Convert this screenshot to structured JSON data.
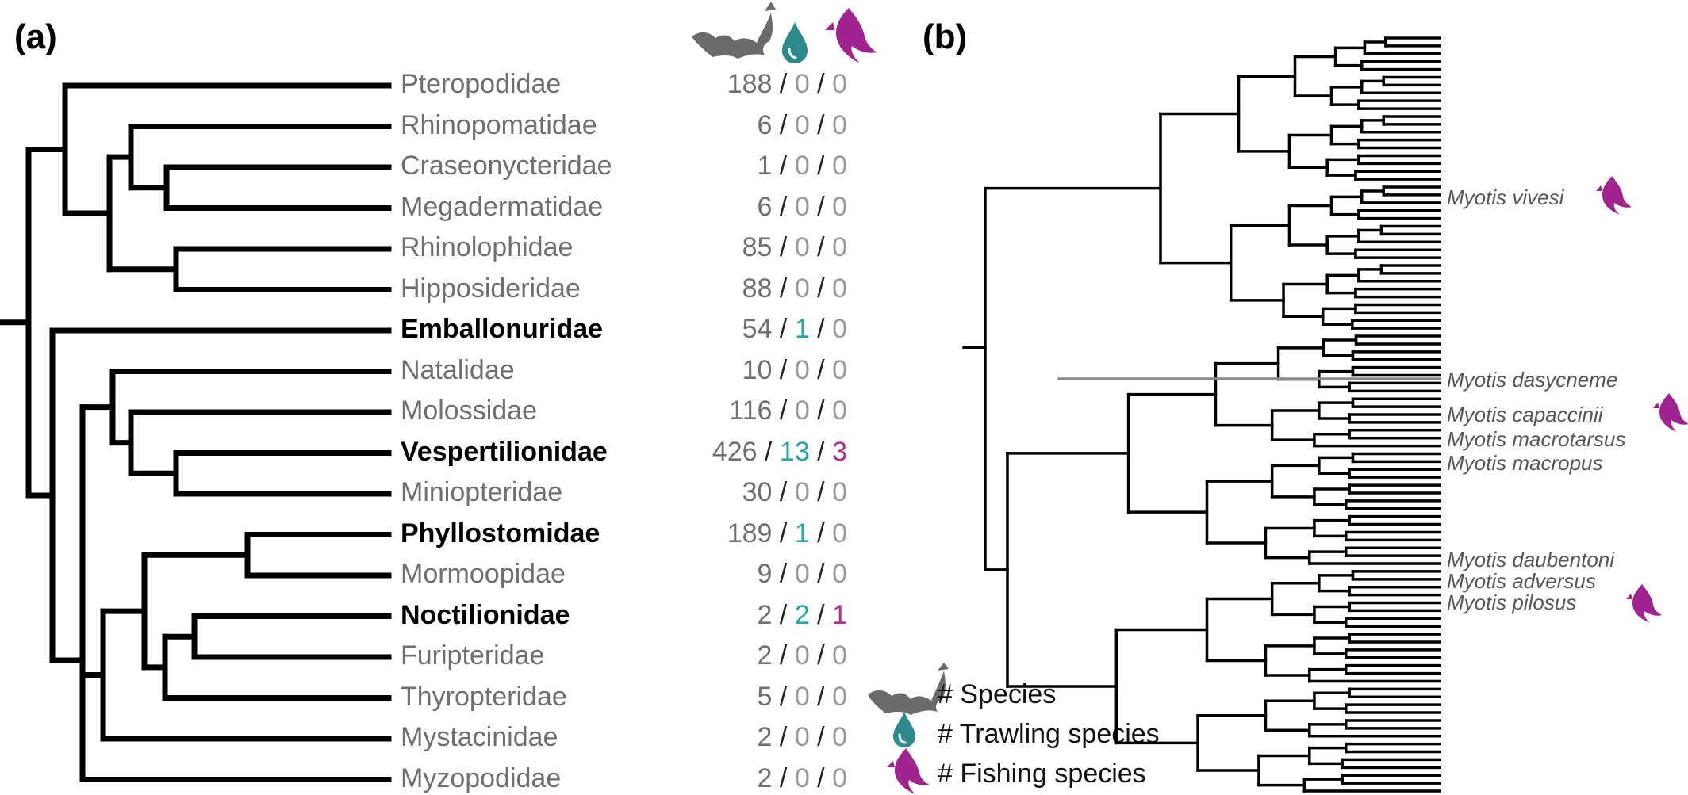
{
  "colors": {
    "tree": "#000000",
    "species_count": "#6f6f6f",
    "trawling": "#26a7a4",
    "fishing": "#b6298f",
    "bat_icon": "#6b6b6b",
    "drop_icon": "#2c8a8a",
    "fish_icon": "#a1238f"
  },
  "panel_a": {
    "label": "(a)",
    "header_icons": [
      "bat-icon",
      "water-drop-icon",
      "fish-icon"
    ],
    "families": [
      {
        "name": "Pteropodidae",
        "bold": false,
        "species": "188",
        "trawling": "0",
        "fishing": "0"
      },
      {
        "name": "Rhinopomatidae",
        "bold": false,
        "species": "6",
        "trawling": "0",
        "fishing": "0"
      },
      {
        "name": "Craseonycteridae",
        "bold": false,
        "species": "1",
        "trawling": "0",
        "fishing": "0"
      },
      {
        "name": "Megadermatidae",
        "bold": false,
        "species": "6",
        "trawling": "0",
        "fishing": "0"
      },
      {
        "name": "Rhinolophidae",
        "bold": false,
        "species": "85",
        "trawling": "0",
        "fishing": "0"
      },
      {
        "name": "Hipposideridae",
        "bold": false,
        "species": "88",
        "trawling": "0",
        "fishing": "0"
      },
      {
        "name": "Emballonuridae",
        "bold": true,
        "species": "54",
        "trawling": "1",
        "fishing": "0"
      },
      {
        "name": "Natalidae",
        "bold": false,
        "species": "10",
        "trawling": "0",
        "fishing": "0"
      },
      {
        "name": "Molossidae",
        "bold": false,
        "species": "116",
        "trawling": "0",
        "fishing": "0"
      },
      {
        "name": "Vespertilionidae",
        "bold": true,
        "species": "426",
        "trawling": "13",
        "fishing": "3"
      },
      {
        "name": "Miniopteridae",
        "bold": false,
        "species": "30",
        "trawling": "0",
        "fishing": "0"
      },
      {
        "name": "Phyllostomidae",
        "bold": true,
        "species": "189",
        "trawling": "1",
        "fishing": "0"
      },
      {
        "name": "Mormoopidae",
        "bold": false,
        "species": "9",
        "trawling": "0",
        "fishing": "0"
      },
      {
        "name": "Noctilionidae",
        "bold": true,
        "species": "2",
        "trawling": "2",
        "fishing": "1"
      },
      {
        "name": "Furipteridae",
        "bold": false,
        "species": "2",
        "trawling": "0",
        "fishing": "0"
      },
      {
        "name": "Thyropteridae",
        "bold": false,
        "species": "5",
        "trawling": "0",
        "fishing": "0"
      },
      {
        "name": "Mystacinidae",
        "bold": false,
        "species": "2",
        "trawling": "0",
        "fishing": "0"
      },
      {
        "name": "Myzopodidae",
        "bold": false,
        "species": "2",
        "trawling": "0",
        "fishing": "0"
      }
    ],
    "count_separator": "/",
    "legend": [
      {
        "icon": "bat-icon",
        "text": "# Species"
      },
      {
        "icon": "water-drop-icon",
        "text": "# Trawling species"
      },
      {
        "icon": "fish-icon",
        "text": "# Fishing species"
      }
    ]
  },
  "panel_b": {
    "label": "(b)",
    "species_labels": [
      {
        "name": "Myotis vivesi",
        "fishing": true
      },
      {
        "name": "Myotis dasycneme",
        "fishing": false
      },
      {
        "name": "Myotis capaccinii",
        "fishing": true
      },
      {
        "name": "Myotis macrotarsus",
        "fishing": false
      },
      {
        "name": "Myotis macropus",
        "fishing": false
      },
      {
        "name": "Myotis daubentoni",
        "fishing": false
      },
      {
        "name": "Myotis adversus",
        "fishing": false
      },
      {
        "name": "Myotis pilosus",
        "fishing": true
      }
    ]
  }
}
